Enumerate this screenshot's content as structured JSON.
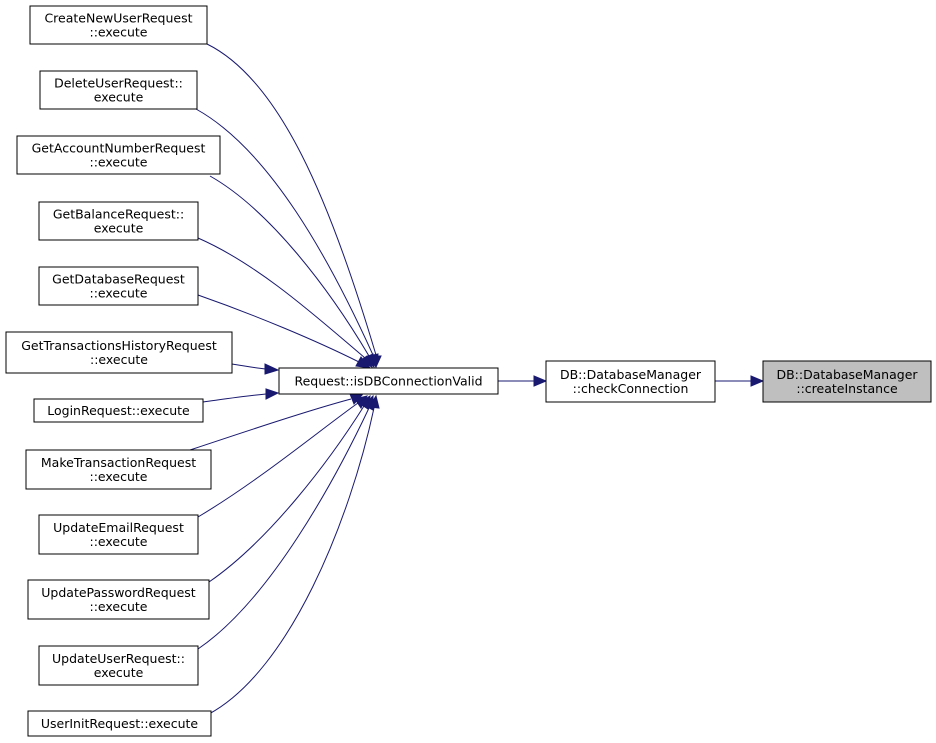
{
  "diagram": {
    "type": "call-graph",
    "colors": {
      "edge": "#191970",
      "highlight_fill": "#bfbfbf",
      "node_fill": "#ffffff",
      "node_stroke": "#000000"
    },
    "nodes": [
      {
        "id": "create-new-user-request",
        "lines": [
          "CreateNewUserRequest",
          "::execute"
        ]
      },
      {
        "id": "delete-user-request",
        "lines": [
          "DeleteUserRequest::",
          "execute"
        ]
      },
      {
        "id": "get-account-number-request",
        "lines": [
          "GetAccountNumberRequest",
          "::execute"
        ]
      },
      {
        "id": "get-balance-request",
        "lines": [
          "GetBalanceRequest::",
          "execute"
        ]
      },
      {
        "id": "get-database-request",
        "lines": [
          "GetDatabaseRequest",
          "::execute"
        ]
      },
      {
        "id": "get-transactions-history-request",
        "lines": [
          "GetTransactionsHistoryRequest",
          "::execute"
        ]
      },
      {
        "id": "login-request",
        "lines": [
          "LoginRequest::execute"
        ]
      },
      {
        "id": "make-transaction-request",
        "lines": [
          "MakeTransactionRequest",
          "::execute"
        ]
      },
      {
        "id": "update-email-request",
        "lines": [
          "UpdateEmailRequest",
          "::execute"
        ]
      },
      {
        "id": "update-password-request",
        "lines": [
          "UpdatePasswordRequest",
          "::execute"
        ]
      },
      {
        "id": "update-user-request",
        "lines": [
          "UpdateUserRequest::",
          "execute"
        ]
      },
      {
        "id": "user-init-request",
        "lines": [
          "UserInitRequest::execute"
        ]
      },
      {
        "id": "request-is-db-connection-valid",
        "lines": [
          "Request::isDBConnectionValid"
        ]
      },
      {
        "id": "database-manager-check-connection",
        "lines": [
          "DB::DatabaseManager",
          "::checkConnection"
        ]
      },
      {
        "id": "database-manager-create-instance",
        "lines": [
          "DB::DatabaseManager",
          "::createInstance"
        ],
        "highlighted": true
      }
    ],
    "edges": [
      {
        "from": "create-new-user-request",
        "to": "request-is-db-connection-valid"
      },
      {
        "from": "delete-user-request",
        "to": "request-is-db-connection-valid"
      },
      {
        "from": "get-account-number-request",
        "to": "request-is-db-connection-valid"
      },
      {
        "from": "get-balance-request",
        "to": "request-is-db-connection-valid"
      },
      {
        "from": "get-database-request",
        "to": "request-is-db-connection-valid"
      },
      {
        "from": "get-transactions-history-request",
        "to": "request-is-db-connection-valid"
      },
      {
        "from": "login-request",
        "to": "request-is-db-connection-valid"
      },
      {
        "from": "make-transaction-request",
        "to": "request-is-db-connection-valid"
      },
      {
        "from": "update-email-request",
        "to": "request-is-db-connection-valid"
      },
      {
        "from": "update-password-request",
        "to": "request-is-db-connection-valid"
      },
      {
        "from": "update-user-request",
        "to": "request-is-db-connection-valid"
      },
      {
        "from": "user-init-request",
        "to": "request-is-db-connection-valid"
      },
      {
        "from": "request-is-db-connection-valid",
        "to": "database-manager-check-connection"
      },
      {
        "from": "database-manager-check-connection",
        "to": "database-manager-create-instance"
      }
    ]
  }
}
